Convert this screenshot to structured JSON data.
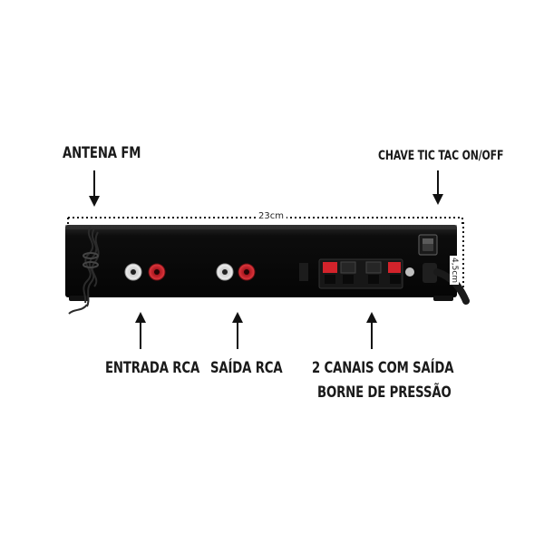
{
  "labels": {
    "antenna": "ANTENA FM",
    "switch": "CHAVE TIC TAC ON/OFF",
    "input": "ENTRADA RCA",
    "output": "SAÍDA RCA",
    "channels_line1": "2 CANAIS COM SAÍDA",
    "channels_line2": "BORNE DE PRESSÃO"
  },
  "dimensions": {
    "width": "23cm",
    "height": "4,5cm"
  },
  "colors": {
    "chassis": "#0e0e0e",
    "rca_red": "#c8242b",
    "rca_white": "#e8e8e8",
    "terminal_red": "#d3232b",
    "terminal_black": "#1b1b1b",
    "text": "#1a1a1a"
  },
  "icons": {
    "arrows": "arrow-icon",
    "antenna_wire": "antenna-wire-icon",
    "power_switch": "rocker-switch-icon",
    "power_cable": "power-cable-icon"
  }
}
